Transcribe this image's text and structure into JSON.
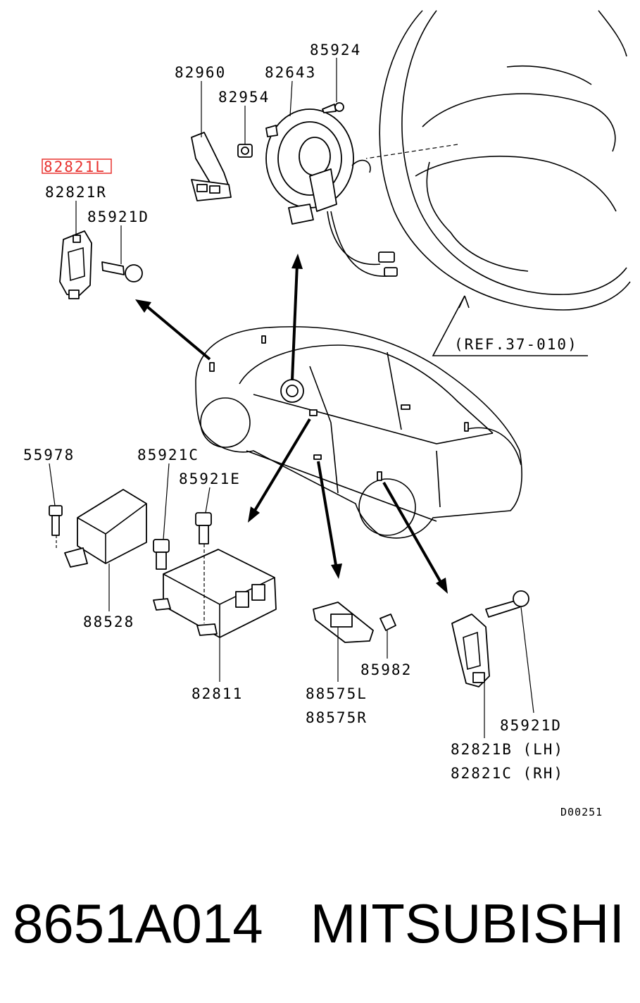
{
  "labels": {
    "p85924": "85924",
    "p82960": "82960",
    "p82643": "82643",
    "p82954": "82954",
    "p82821L": "82821L",
    "p82821R": "82821R",
    "p85921D_top": "85921D",
    "ref": "(REF.37-010)",
    "p55978": "55978",
    "p85921C": "85921C",
    "p85921E": "85921E",
    "p88528": "88528",
    "p82811": "82811",
    "p88575L": "88575L",
    "p88575R": "88575R",
    "p85982": "85982",
    "p85921D_bottom": "85921D",
    "p82821B": "82821B (LH)",
    "p82821C": "82821C (RH)",
    "code": "D00251"
  },
  "footer": {
    "part_number": "8651A014",
    "brand": "MITSUBISHI"
  },
  "colors": {
    "highlight": "#e8322f",
    "ink": "#000000"
  }
}
